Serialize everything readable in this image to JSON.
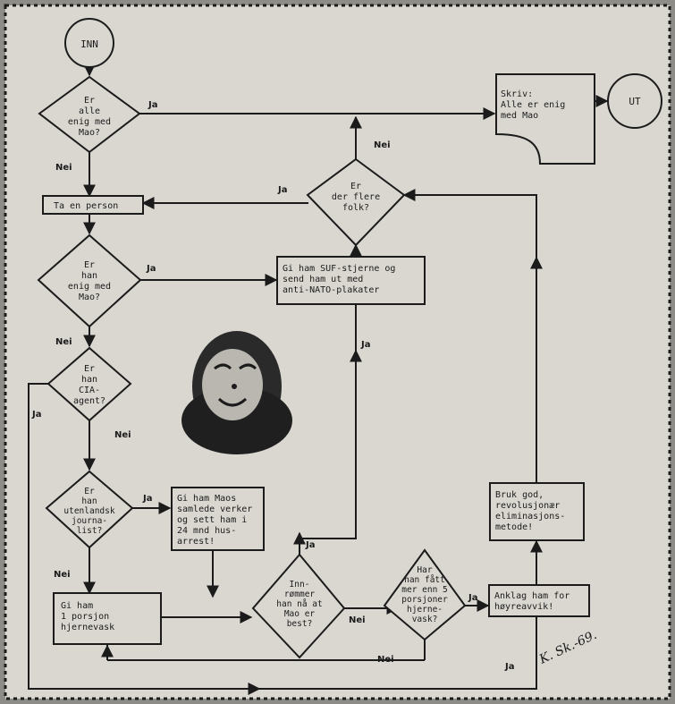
{
  "colors": {
    "paper": "#d9d7d0",
    "ink": "#1b1b1b",
    "frame": "#8e8c86"
  },
  "labels": {
    "ja": "Ja",
    "nei": "Nei"
  },
  "nodes": {
    "start": "INN",
    "end": "UT",
    "q_all_agree": [
      "Er",
      "alle",
      "enig med",
      "Mao?"
    ],
    "q_more_people": [
      "Er",
      "der flere",
      "folk?"
    ],
    "take_person": "Ta en person",
    "q_he_agrees": [
      "Er",
      "han",
      "enig med",
      "Mao?"
    ],
    "suf_star": [
      "Gi ham SUF-stjerne og",
      "send ham ut med",
      "anti-NATO-plakater"
    ],
    "q_cia": [
      "Er",
      "han",
      "CIA-",
      "agent?"
    ],
    "q_journalist": [
      "Er",
      "han",
      "utenlandsk",
      "journa-",
      "list?"
    ],
    "mao_works": [
      "Gi ham Maos",
      "samlede verker",
      "og sett ham i",
      "24 mnd hus-",
      "arrest!"
    ],
    "porcelain": [
      "Gi ham",
      "1 porsjon",
      "hjernevask"
    ],
    "q_admits": [
      "Inn-",
      "rømmer",
      "han nå at",
      "Mao er",
      "best?"
    ],
    "q_more_than_5": [
      "Har",
      "han fått",
      "mer enn 5",
      "porsjoner",
      "hjerne-",
      "vask?"
    ],
    "charge": [
      "Anklag ham for",
      "høyreavvik!"
    ],
    "elimination": [
      "Bruk god,",
      "revolusjonær",
      "eliminasjons-",
      "metode!"
    ],
    "write": [
      "Skriv:",
      "Alle er enig",
      "med Mao"
    ],
    "signature": "K. Sk.-69."
  },
  "icons": [
    "portrait-image"
  ]
}
